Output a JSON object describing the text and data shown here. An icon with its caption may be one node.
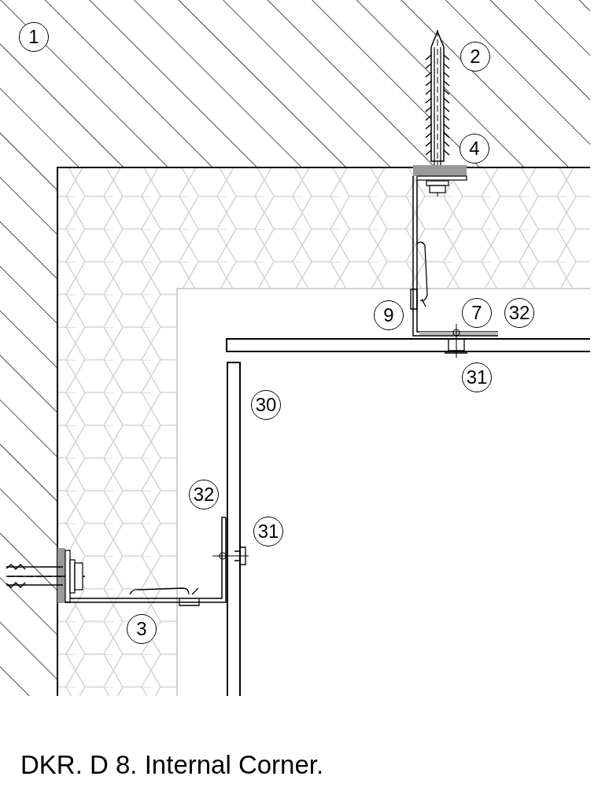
{
  "diagram": {
    "caption": "DKR. D 8. Internal Corner.",
    "labels": [
      "1",
      "2",
      "4",
      "9",
      "7",
      "32",
      "31",
      "30",
      "32",
      "31",
      "3"
    ]
  }
}
